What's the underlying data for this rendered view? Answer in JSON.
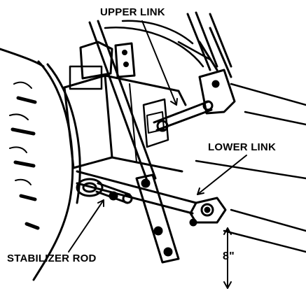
{
  "labels": {
    "upper_link": "UPPER LINK",
    "lower_link": "LOWER LINK",
    "stabilizer_rod": "STABILIZER ROD",
    "dimension": "8\""
  },
  "colors": {
    "ink": "#000000",
    "paper": "#ffffff"
  }
}
